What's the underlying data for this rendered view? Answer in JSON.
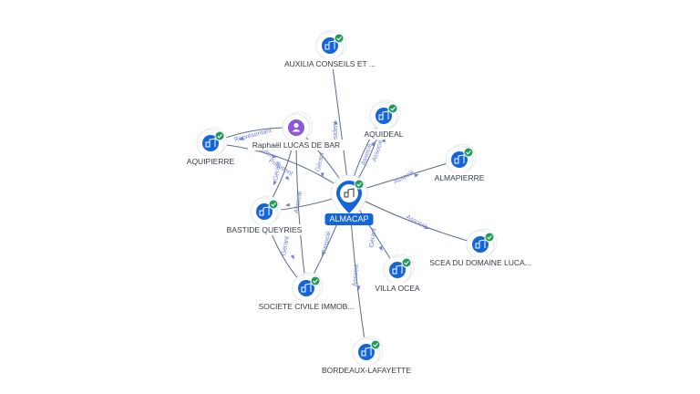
{
  "nodes": [
    {
      "id": "almacap",
      "label": "ALMACAP",
      "type": "company",
      "main": true
    },
    {
      "id": "auxilia",
      "label": "AUXILIA CONSEILS ET ...",
      "type": "company"
    },
    {
      "id": "raphael",
      "label": "Raphaël LUCAS DE BAR",
      "type": "person"
    },
    {
      "id": "aquideal",
      "label": "AQUIDEAL",
      "type": "company"
    },
    {
      "id": "aquipierre",
      "label": "AQUIPIERRE",
      "type": "company"
    },
    {
      "id": "almapierre",
      "label": "ALMAPIERRE",
      "type": "company"
    },
    {
      "id": "bastide",
      "label": "BASTIDE QUEYRIES",
      "type": "company"
    },
    {
      "id": "scea",
      "label": "SCEA DU DOMAINE LUCA...",
      "type": "company"
    },
    {
      "id": "villa",
      "label": "VILLA OCEA",
      "type": "company"
    },
    {
      "id": "societe",
      "label": "SOCIETE CIVILE IMMOB...",
      "type": "company"
    },
    {
      "id": "bordeaux",
      "label": "BORDEAUX-LAFAYETTE",
      "type": "company"
    }
  ],
  "edges": [
    {
      "from": "almacap",
      "to": "auxilia",
      "label": "Président"
    },
    {
      "from": "raphael",
      "to": "aquipierre",
      "label": "Représentant"
    },
    {
      "from": "almacap",
      "to": "aquideal",
      "label": "Associé"
    },
    {
      "from": "almacap",
      "to": "aquideal",
      "label": "Associé"
    },
    {
      "from": "almacap",
      "to": "almapierre",
      "label": "Associé"
    },
    {
      "from": "almacap",
      "to": "scea",
      "label": "Associé"
    },
    {
      "from": "almacap",
      "to": "bastide",
      "label": "Associé"
    },
    {
      "from": "almacap",
      "to": "villa",
      "label": "Gérant"
    },
    {
      "from": "almacap",
      "to": "societe",
      "label": "Associé"
    },
    {
      "from": "almacap",
      "to": "bordeaux",
      "label": "Associé"
    },
    {
      "from": "raphael",
      "to": "bastide",
      "label": "Gérant"
    },
    {
      "from": "raphael",
      "to": "societe",
      "label": "Gérant"
    },
    {
      "from": "raphael",
      "to": "almacap",
      "label": "Président"
    },
    {
      "from": "aquipierre",
      "to": "almacap",
      "label": "Président"
    },
    {
      "from": "bastide",
      "to": "societe",
      "label": "Gérant"
    }
  ]
}
